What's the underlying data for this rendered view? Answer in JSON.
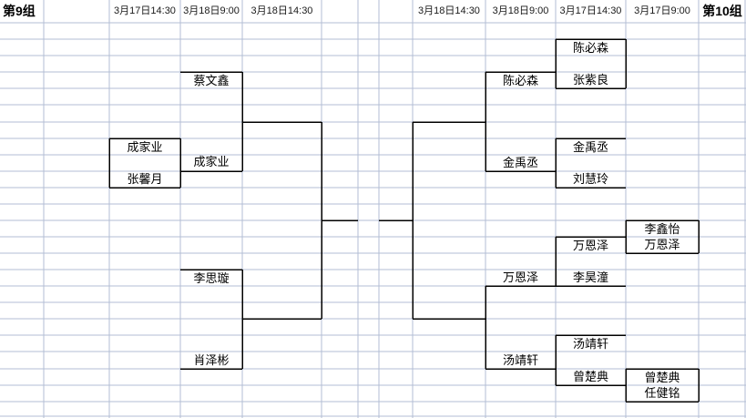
{
  "colors": {
    "background": "#ffffff",
    "grid_line": "#b3bdd4",
    "bracket_line": "#000000",
    "text": "#000000"
  },
  "header": {
    "group_left": "第9组",
    "group_right": "第10组",
    "round_dates": {
      "g9_quarterfinal": "3月17日14:30",
      "g9_semifinal": "3月18日9:00",
      "g9_final": "3月18日14:30",
      "g10_final": "3月18日14:30",
      "g10_semifinal": "3月18日9:00",
      "g10_quarterfinal": "3月17日14:30",
      "g10_round1": "3月17日9:00"
    }
  },
  "group9": {
    "sf1_top_bye": "蔡文鑫",
    "qf_pair_top": "成家业",
    "qf_pair_bottom": "张馨月",
    "qf_winner": "成家业",
    "sf2_top_bye": "李思璇",
    "sf2_bottom_bye": "肖泽彬"
  },
  "group10": {
    "qf1_top": "陈必森",
    "qf1_bottom": "张紫良",
    "qf1_winner": "陈必森",
    "qf2_top": "金禹丞",
    "qf2_bottom": "刘慧玲",
    "qf2_winner": "金禹丞",
    "r1a_top": "李鑫怡",
    "r1a_bottom": "万恩泽",
    "qf3_top": "万恩泽",
    "qf3_bottom": "李昊潼",
    "qf3_winner": "万恩泽",
    "qf4_top": "汤靖轩",
    "qf4_bottom": "曾楚典",
    "qf4_winner": "汤靖轩",
    "r1b_top": "曾楚典",
    "r1b_bottom": "任健铭"
  }
}
